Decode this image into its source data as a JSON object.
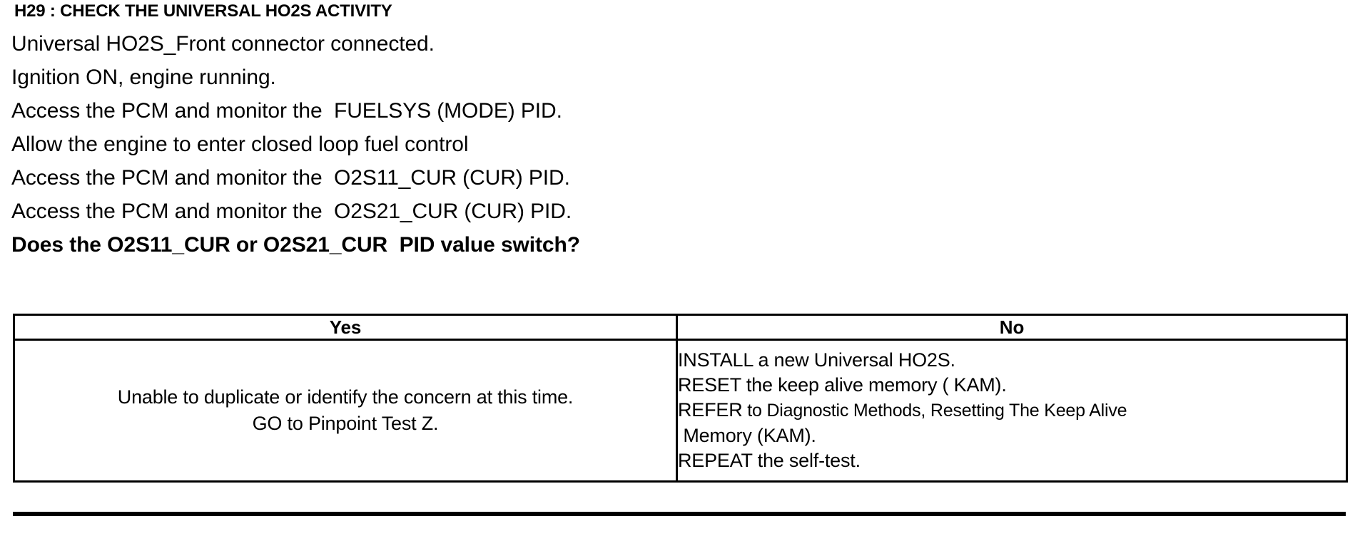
{
  "step": {
    "title": "H29 : CHECK THE UNIVERSAL HO2S ACTIVITY",
    "instructions": [
      {
        "text": "Universal HO2S_Front connector connected.",
        "bold": false
      },
      {
        "text": "Ignition ON, engine running.",
        "bold": false
      },
      {
        "text": "Access the PCM and monitor the  FUELSYS (MODE) PID.",
        "bold": false
      },
      {
        "text": "Allow the engine to enter closed loop fuel control",
        "bold": false
      },
      {
        "text": "Access the PCM and monitor the  O2S11_CUR (CUR) PID.",
        "bold": false
      },
      {
        "text": "Access the PCM and monitor the  O2S21_CUR (CUR) PID.",
        "bold": false
      },
      {
        "text": "Does the O2S11_CUR or O2S21_CUR  PID value switch?",
        "bold": true
      }
    ]
  },
  "decision_table": {
    "headers": {
      "yes": "Yes",
      "no": "No"
    },
    "yes_cell": {
      "line1": "Unable to duplicate or identify the concern at this time.",
      "line2": "GO to Pinpoint Test Z."
    },
    "no_cell": {
      "line1": "INSTALL a new Universal HO2S.",
      "line2": "RESET the keep alive memory ( KAM).",
      "line3_verb": "REFER",
      "line3_ref": " to Diagnostic Methods, Resetting The Keep Alive",
      "line4_ref": " Memory (KAM).",
      "line5": "REPEAT the self-test."
    }
  },
  "colors": {
    "ink": "#000000",
    "paper": "#ffffff"
  }
}
